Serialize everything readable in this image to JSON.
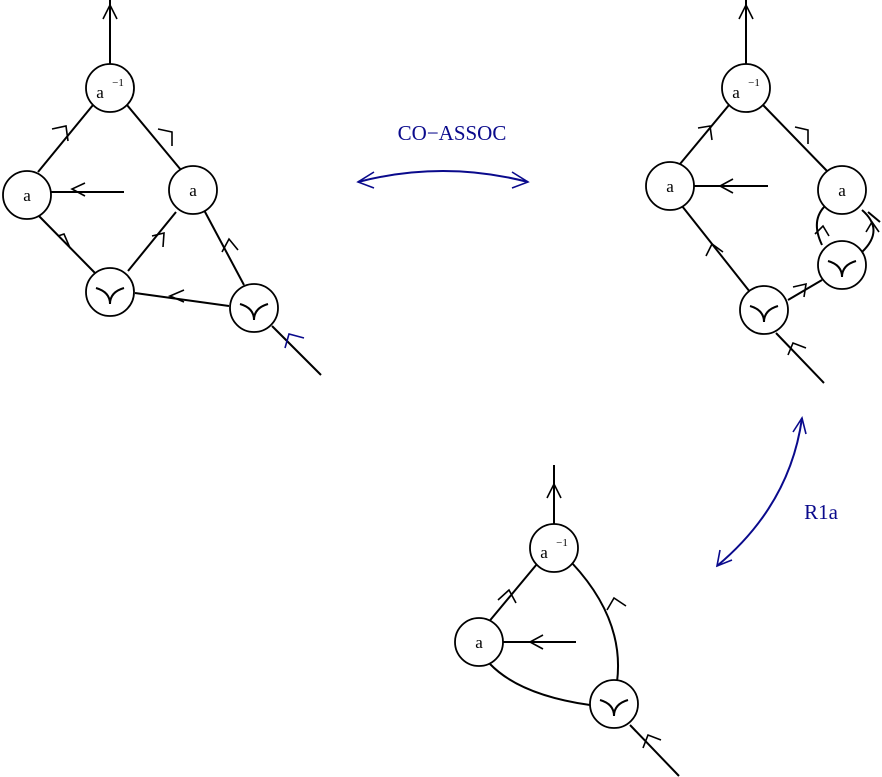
{
  "node_labels": {
    "a": "a",
    "a_inv_base": "a",
    "a_inv_exp": "−1"
  },
  "transition_labels": {
    "coassoc": "CO−ASSOC",
    "r1a": "R1a"
  },
  "colors": {
    "line": "#000000",
    "transition": "#0a0a8c",
    "background": "#ffffff"
  },
  "icons": {
    "coproduct_vertex": "coproduct-y-icon"
  }
}
